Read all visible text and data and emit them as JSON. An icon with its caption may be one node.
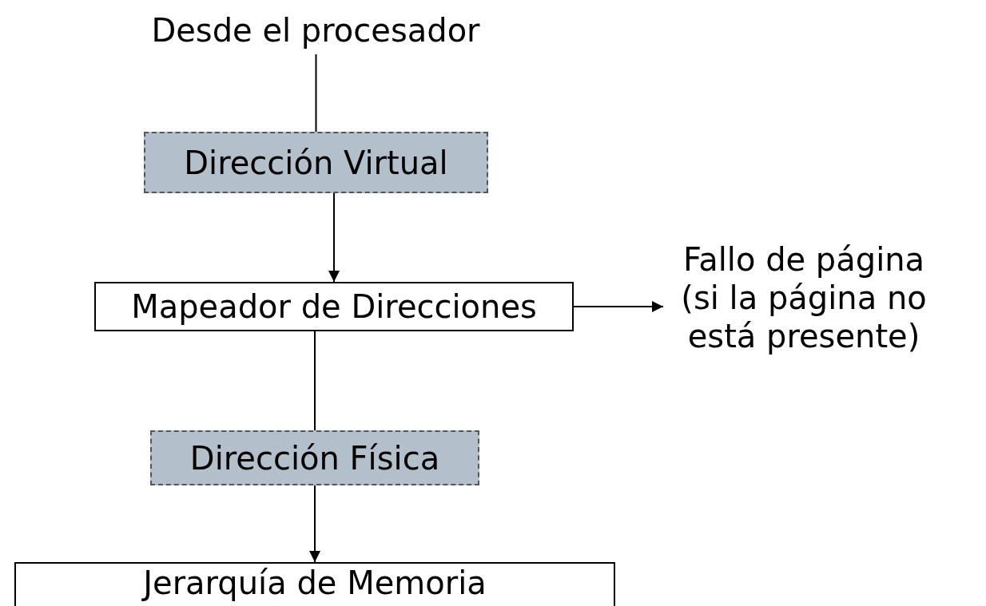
{
  "diagram": {
    "nodes": [
      {
        "text": [
          "Desde el procesador"
        ]
      },
      {
        "text": [
          "Dirección Virtual"
        ]
      },
      {
        "text": [
          "Mapeador de Direcciones"
        ]
      },
      {
        "text": [
          "Fallo de página (si la página no está presente)"
        ]
      },
      {
        "text": [
          "Dirección Física"
        ]
      },
      {
        "text": [
          "Jerarquía de Memoria"
        ]
      }
    ],
    "edges": [
      {
        "from": 0,
        "to": 1,
        "arrow": "none"
      },
      {
        "from": 1,
        "to": 2,
        "arrow": "to"
      },
      {
        "from": 2,
        "to": 3,
        "arrow": "to"
      },
      {
        "from": 2,
        "to": 4,
        "arrow": "none"
      },
      {
        "from": 4,
        "to": 5,
        "arrow": "to"
      }
    ]
  }
}
